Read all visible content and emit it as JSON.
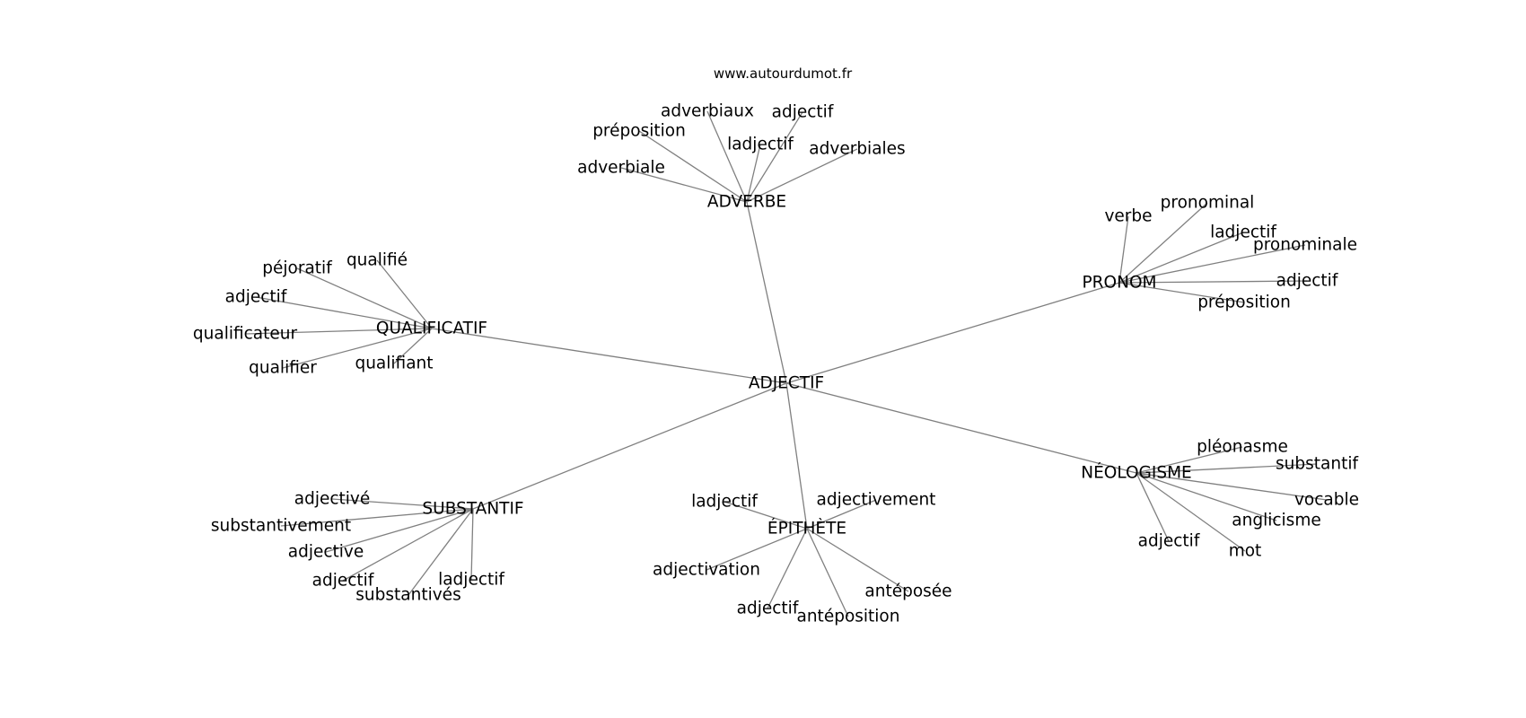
{
  "header": {
    "site": "www.autourdumot.fr"
  },
  "graph": {
    "center": "ADJECTIF",
    "hubs": [
      {
        "label": "ADVERBE",
        "leaves": [
          "adverbiaux",
          "adjectif",
          "préposition",
          "ladjectif",
          "adverbiales",
          "adverbiale"
        ]
      },
      {
        "label": "PRONOM",
        "leaves": [
          "verbe",
          "pronominal",
          "ladjectif",
          "pronominale",
          "adjectif",
          "préposition"
        ]
      },
      {
        "label": "QUALIFICATIF",
        "leaves": [
          "qualifié",
          "péjoratif",
          "adjectif",
          "qualificateur",
          "qualifier",
          "qualifiant"
        ]
      },
      {
        "label": "NÉOLOGISME",
        "leaves": [
          "pléonasme",
          "substantif",
          "vocable",
          "anglicisme",
          "adjectif",
          "mot"
        ]
      },
      {
        "label": "SUBSTANTIF",
        "leaves": [
          "adjectivé",
          "substantivement",
          "adjective",
          "adjectif",
          "substantivés",
          "ladjectif"
        ]
      },
      {
        "label": "ÉPITHÈTE",
        "leaves": [
          "ladjectif",
          "adjectivement",
          "adjectivation",
          "antéposée",
          "adjectif",
          "antéposition"
        ]
      }
    ]
  }
}
